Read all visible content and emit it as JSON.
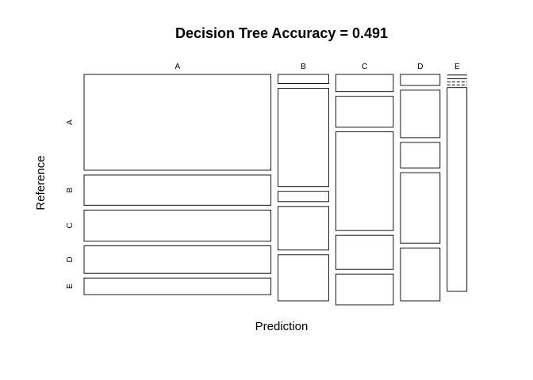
{
  "chart_data": {
    "type": "mosaic",
    "title": "Decision Tree Accuracy = 0.491",
    "xlabel": "Prediction",
    "ylabel": "Reference",
    "predicted_classes": [
      "A",
      "B",
      "C",
      "D",
      "E"
    ],
    "reference_classes": [
      "A",
      "B",
      "C",
      "D",
      "E"
    ],
    "column_proportions": [
      0.51,
      0.138,
      0.157,
      0.108,
      0.054
    ],
    "cells": [
      {
        "prediction": "A",
        "fractions": [
          0.462,
          0.146,
          0.15,
          0.132,
          0.08
        ]
      },
      {
        "prediction": "B",
        "fractions": [
          0.044,
          0.474,
          0.05,
          0.21,
          0.222
        ]
      },
      {
        "prediction": "C",
        "fractions": [
          0.083,
          0.148,
          0.476,
          0.164,
          0.148
        ]
      },
      {
        "prediction": "D",
        "fractions": [
          0.053,
          0.229,
          0.123,
          0.34,
          0.255
        ]
      },
      {
        "prediction": "E",
        "fractions": [
          0.006,
          0.006,
          0.003,
          0.003,
          0.982
        ]
      }
    ]
  }
}
